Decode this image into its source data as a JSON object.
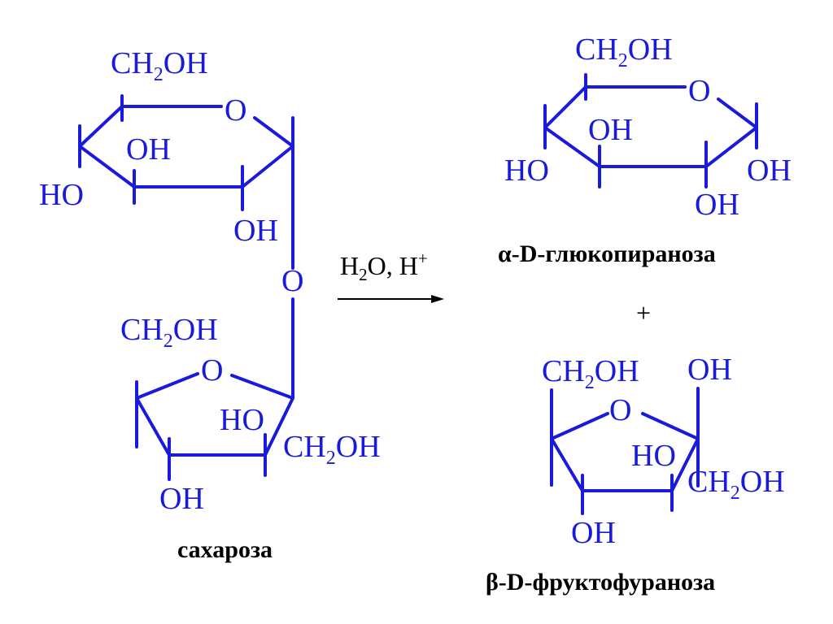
{
  "colors": {
    "structure": "#1a1adb",
    "text": "#000000",
    "background": "#ffffff"
  },
  "sucrose": {
    "caption": "сахароза",
    "glucose_unit": {
      "ch2oh_main": "CH",
      "ch2oh_sub": "2",
      "ch2oh_tail": "OH",
      "ring_o": "O",
      "oh_inner": "OH",
      "ho_left": "HO",
      "oh_bottom": "OH"
    },
    "bridge_o": "O",
    "fructose_unit": {
      "ch2oh_main": "CH",
      "ch2oh_sub": "2",
      "ch2oh_tail": "OH",
      "ring_o": "O",
      "ho_inner": "HO",
      "ch2oh2_main": "CH",
      "ch2oh2_sub": "2",
      "ch2oh2_tail": "OH",
      "oh_bottom": "OH"
    }
  },
  "reaction": {
    "h2o_main": "H",
    "h2o_sub": "2",
    "h2o_tail": "O, H",
    "h_plus": "+"
  },
  "glucose": {
    "caption": "α-D-глюкопираноза",
    "ch2oh_main": "CH",
    "ch2oh_sub": "2",
    "ch2oh_tail": "OH",
    "ring_o": "O",
    "oh_inner": "OH",
    "ho_left": "HO",
    "oh_right": "OH",
    "oh_bottom": "OH"
  },
  "plus_sign": "+",
  "fructose": {
    "caption": "β-D-фруктофураноза",
    "ch2oh_main": "CH",
    "ch2oh_sub": "2",
    "ch2oh_tail": "OH",
    "oh_top": "OH",
    "ring_o": "O",
    "ho_inner": "HO",
    "ch2oh2_main": "CH",
    "ch2oh2_sub": "2",
    "ch2oh2_tail": "OH",
    "oh_bottom": "OH"
  }
}
